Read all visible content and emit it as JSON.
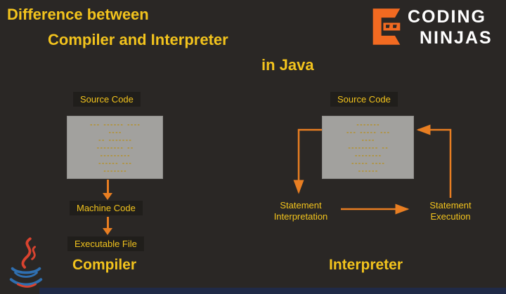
{
  "title": {
    "line1": "Difference between",
    "line2": "Compiler and Interpreter",
    "line3": "in Java"
  },
  "brand": {
    "name_line1": "CODING",
    "name_line2": "NINJAS"
  },
  "compiler": {
    "source_label": "Source Code",
    "code_lines": [
      "--- ------ ----",
      "----",
      "-- -------",
      "-------- --",
      "---------",
      "------ ---",
      "-------"
    ],
    "machine_label": "Machine Code",
    "executable_label": "Executable File",
    "caption": "Compiler"
  },
  "interpreter": {
    "source_label": "Source Code",
    "code_lines": [
      "-------",
      "--- ----- ---",
      "----",
      "--------- --",
      "--------",
      "----- ----",
      "------"
    ],
    "interpretation_line1": "Statement",
    "interpretation_line2": "Interpretation",
    "execution_line1": "Statement",
    "execution_line2": "Execution",
    "caption": "Interpreter"
  },
  "icons": {
    "brand_emblem": "coding-ninjas-emblem",
    "java_logo": "java-coffee-cup"
  },
  "colors": {
    "background": "#2a2725",
    "accent_yellow": "#f2c31d",
    "arrow_orange": "#e87e22",
    "code_box_gray": "#a2a19e",
    "label_box_bg": "#201e1b",
    "brand_orange": "#f26a21",
    "brand_text": "#ffffff",
    "bottom_bar_navy": "#202a47"
  }
}
